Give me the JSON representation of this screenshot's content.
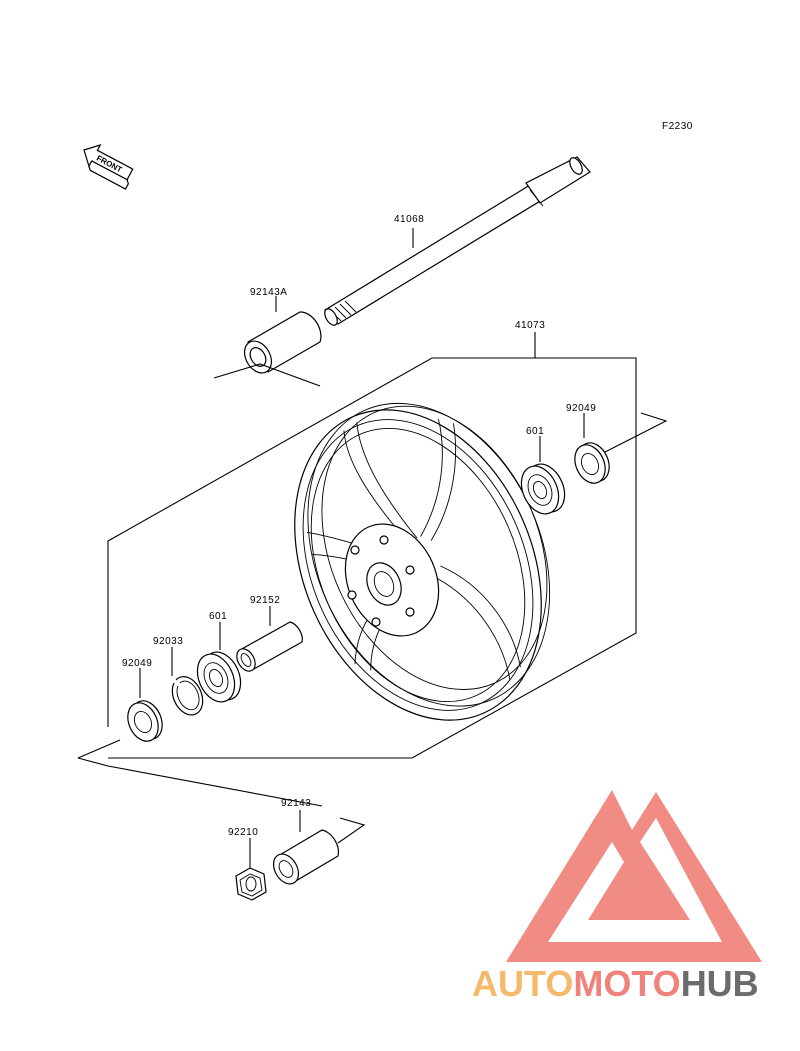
{
  "figure_code": "F2230",
  "front_label": "FRONT",
  "parts": {
    "axle": "41068",
    "collar_upper": "92143A",
    "wheel_assembly": "41073",
    "bearing_right": "601",
    "seal_right": "92049",
    "collar_inner": "92152",
    "bearing_left": "601",
    "circlip": "92033",
    "seal_left": "92049",
    "collar_lower": "92143",
    "nut": "92210"
  },
  "watermark": {
    "text_part1": "AUTO",
    "text_part2": "MOTO",
    "text_part3": "HUB",
    "colors": {
      "logo": "#f08078",
      "auto": "#f6b86a",
      "moto": "#f0827c",
      "hub": "#6b6b6b"
    }
  }
}
